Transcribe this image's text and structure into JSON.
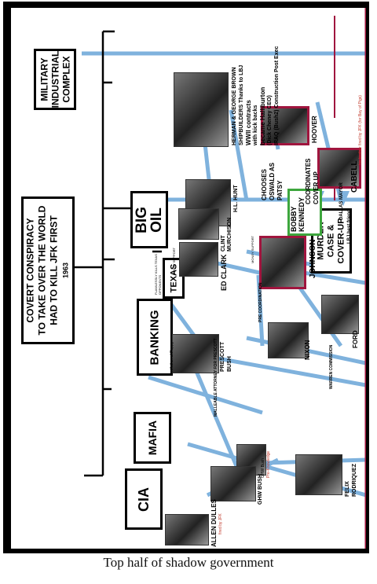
{
  "title": {
    "line1": "COVERT CONSPIRACY",
    "line2": "TO TAKE OVER THE WORLD",
    "line3": "HAD TO KILL JFK FIRST",
    "year": "1963"
  },
  "categories": {
    "military": [
      "MILITARY",
      "INDUSTRIAL",
      "COMPLEX"
    ],
    "big_oil": [
      "BIG",
      "OIL"
    ],
    "texas": "TEXAS",
    "banking": "BANKING",
    "mafia": "MAFIA",
    "cia": "CIA"
  },
  "people": {
    "dulles_name": "ALLEN DULLES",
    "dulles_note": "fired by JFK",
    "ghw_name": "GHW BUSH",
    "ghw_small": "GHW Bush",
    "ghw_pre": "Pre-Knowledge",
    "felix_1": "FELIX",
    "felix_2": "RODRIQUEZ",
    "prescott_1": "PRESCOTT",
    "prescott_2": "BUSH",
    "prescott_caption": "Godfather of Poppy",
    "prescott_notes": "MALLEABLE ATTORNEY FOR PRESCOTT",
    "nixon": "NIXON",
    "nixon_notes": "PRE COORDINATION",
    "ford": "FORD",
    "ford_notes": "WARREN COMMISSION",
    "edclark_1": "ED CLARK",
    "edclark_note": "MONEY SUPPORT",
    "texas_note": "FLAWLESSLY KILLS TEXAS OPPONENTS",
    "clint_1": "CLINT",
    "clint_2": "MURCHISON",
    "hlhunt": "H.L. HUNT",
    "johnson": "JOHNSON",
    "johnson_note": "LBJ best friend",
    "bobby_1": "BOBBY",
    "bobby_2": "KENNEDY",
    "oswald_1": "CHOOSES",
    "oswald_2": "OSWALD AS",
    "oswald_3": "PATSY",
    "hoover": "HOOVER",
    "hoover_notes_1": "COORDINATES",
    "hoover_notes_2": "COVER UP",
    "cabell": "CABELL",
    "cabell_notes": "DALLAS MAYOR",
    "cabell_brother": "his brother fired by JFK (for Bay of Pigs)",
    "brown_1": "HERMAN & GEORGE BROWN",
    "brown_2": "SHIPBUILDERS  Thanks to LBJ",
    "brown_3": "WWII contracts",
    "brown_4": "with kick backs",
    "brown_5": "became Halliburton",
    "brown_6": "(Dick Cheney CEO)",
    "brown_7": "IRAQ (Bush2)  Construction Post Exec",
    "murder_1": "MURDER",
    "murder_2": "CASE &",
    "murder_3": "COVER-UP"
  },
  "caption": "Top half of shadow government",
  "colors": {
    "line_blue": "#7fb2dd",
    "accent_red": "#a0153e",
    "green": "#3da63d"
  }
}
